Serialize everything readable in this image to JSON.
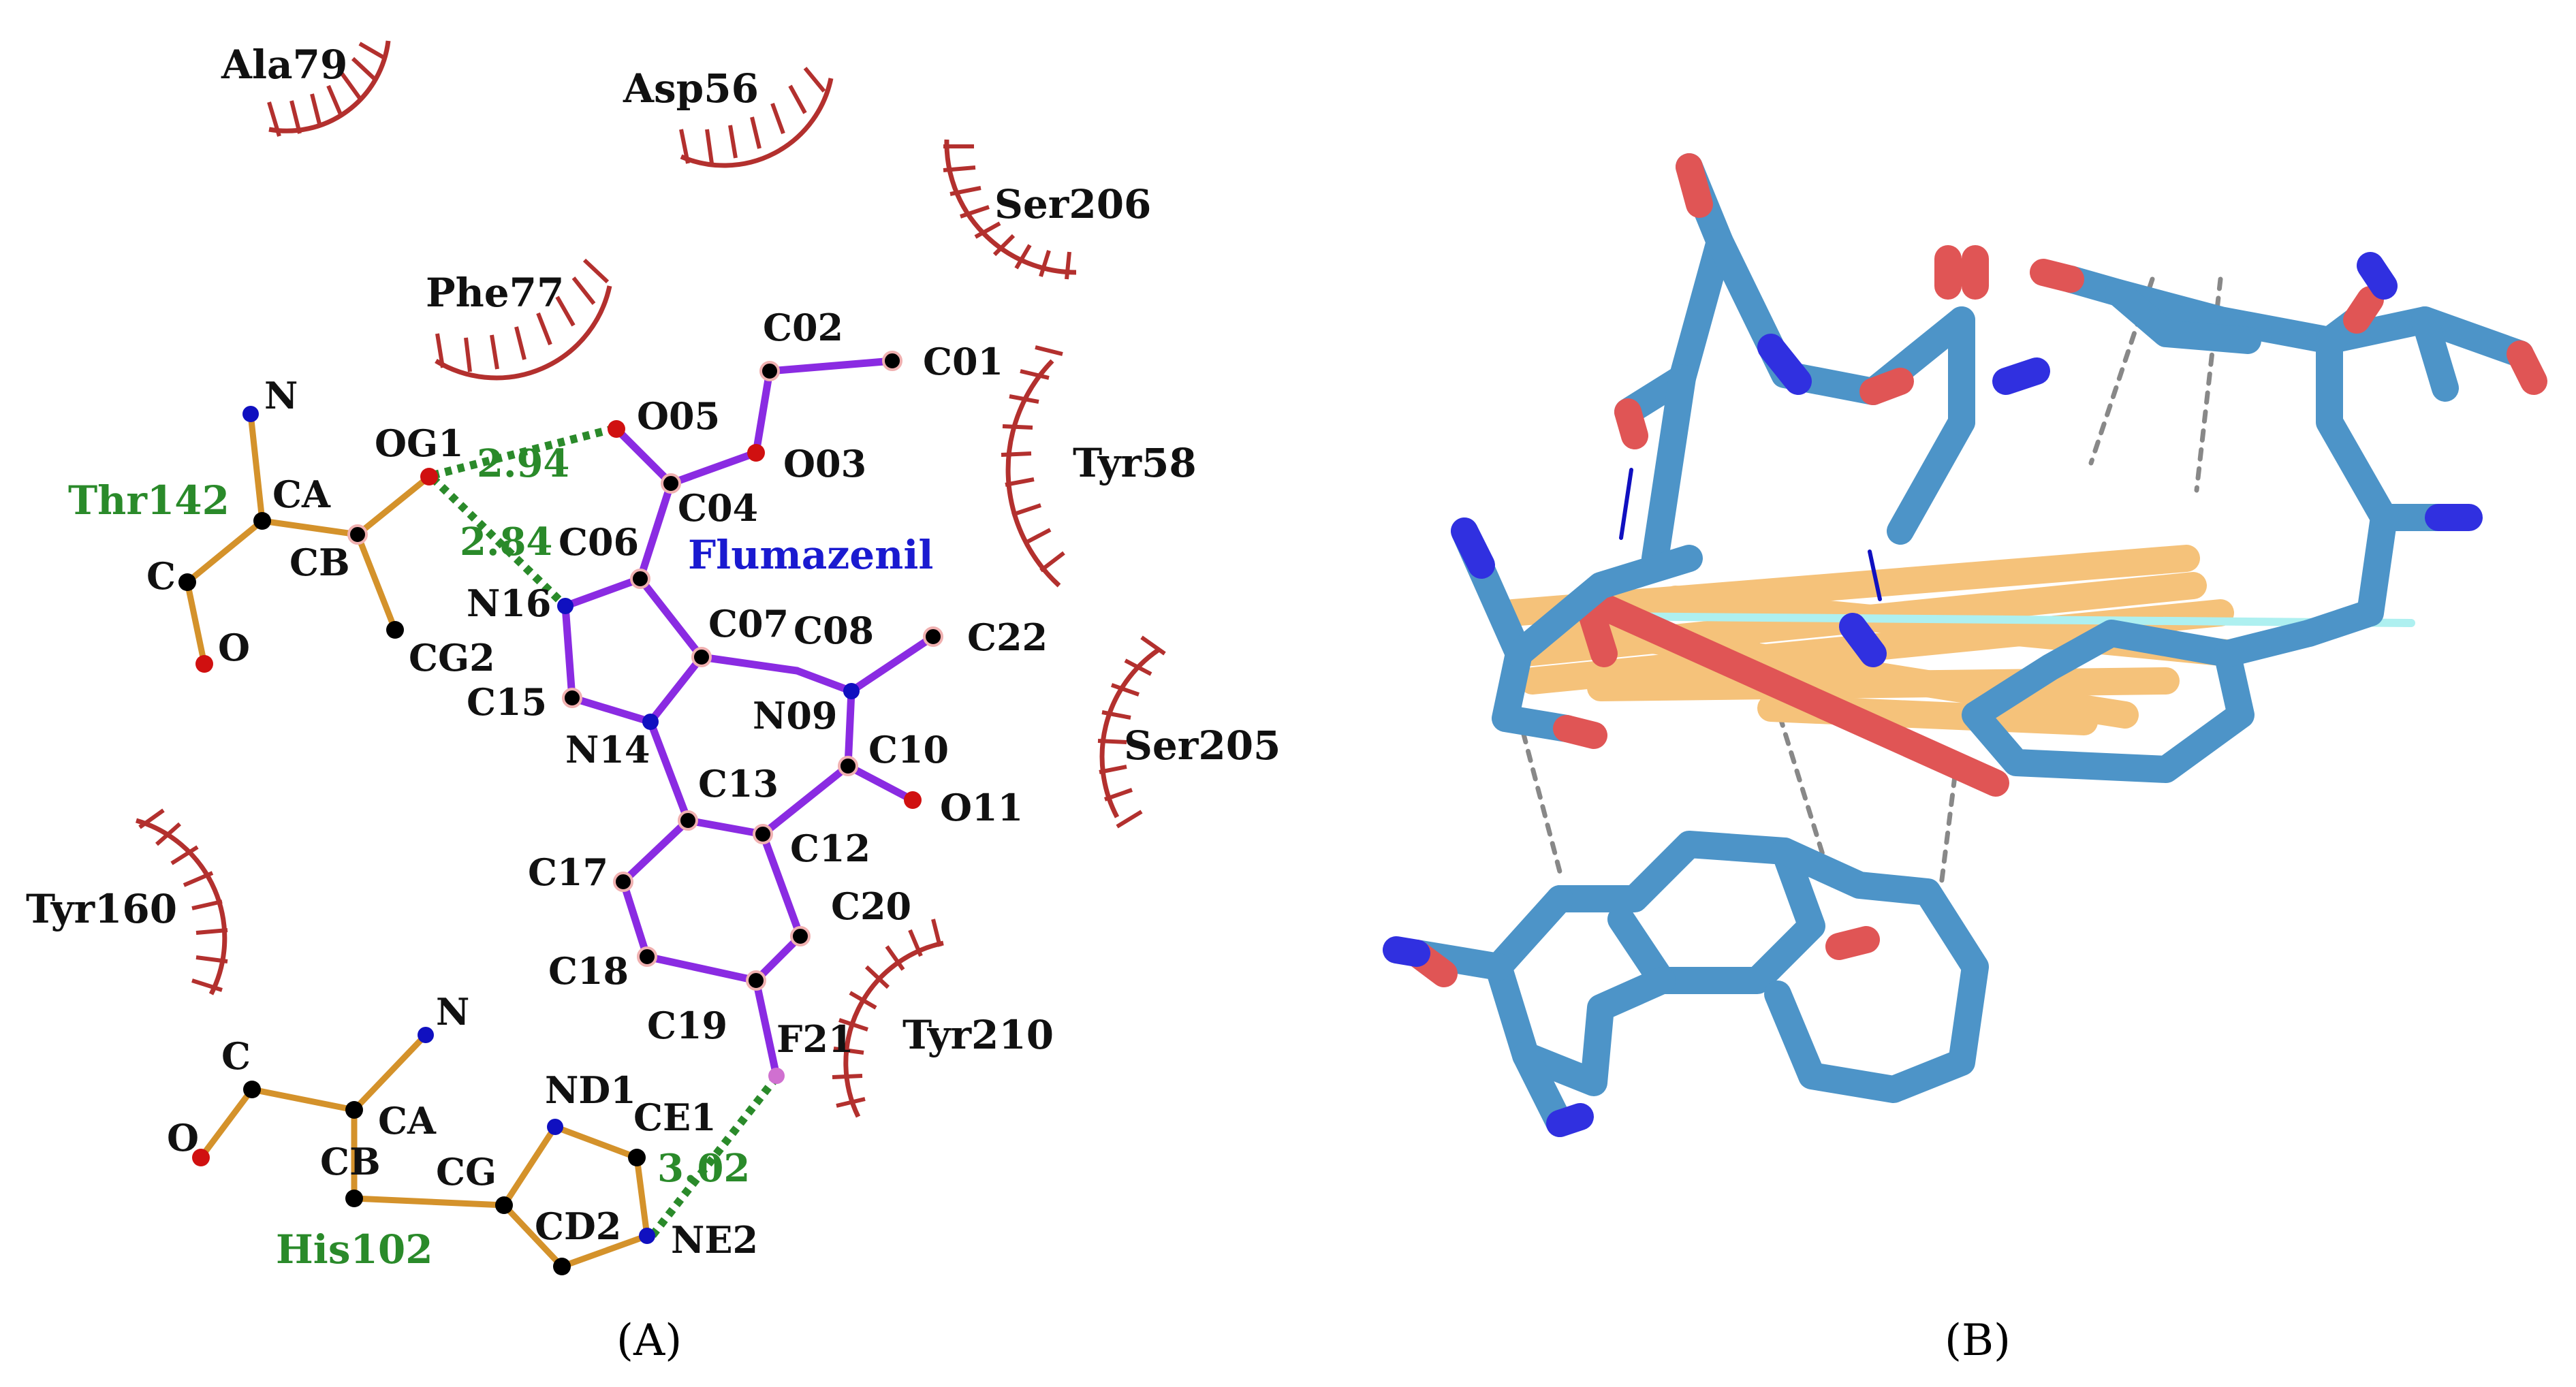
{
  "colors": {
    "ligand_bond": "#8a2be2",
    "residue_bond": "#d4922b",
    "hbond": "#2a8a2a",
    "hydrophobic": "#b3302e",
    "nitrogen": "#1010c0",
    "oxygen": "#d01010",
    "carbon": "#000000",
    "fluorine": "#d070d0",
    "stick_blue": "#4d94c8",
    "stick_orange": "#f5c27a",
    "stick_red": "#e05555",
    "stick_n": "#3030e0"
  },
  "panel_a": {
    "ligand_name": "Flumazenil",
    "residues": {
      "ala79": "Ala79",
      "asp56": "Asp56",
      "ser206": "Ser206",
      "phe77": "Phe77",
      "tyr58": "Tyr58",
      "ser205": "Ser205",
      "tyr160": "Tyr160",
      "tyr210": "Tyr210",
      "thr142": "Thr142",
      "his102": "His102"
    },
    "hbonds": {
      "hb1": "2.94",
      "hb2": "2.84",
      "hb3": "3.02"
    },
    "atoms": {
      "c02": "C02",
      "c01": "C01",
      "o05": "O05",
      "o03": "O03",
      "og1": "OG1",
      "c04": "C04",
      "ca1": "CA",
      "n1": "N",
      "c06": "C06",
      "cb1": "CB",
      "n16": "N16",
      "c07": "C07",
      "c08": "C08",
      "c22": "C22",
      "c1": "C",
      "o1": "O",
      "cg2": "CG2",
      "c15": "C15",
      "n09": "N09",
      "c10": "C10",
      "n14": "N14",
      "c13": "C13",
      "o11": "O11",
      "c12": "C12",
      "c17": "C17",
      "c20": "C20",
      "c18": "C18",
      "c19": "C19",
      "f21": "F21",
      "n2": "N",
      "c2": "C",
      "nd1": "ND1",
      "ce1": "CE1",
      "ca2": "CA",
      "cg": "CG",
      "o2": "O",
      "cb2": "CB",
      "cd2": "CD2",
      "ne2": "NE2"
    }
  },
  "panel_labels": {
    "a": "(A)",
    "b": "(B)"
  }
}
